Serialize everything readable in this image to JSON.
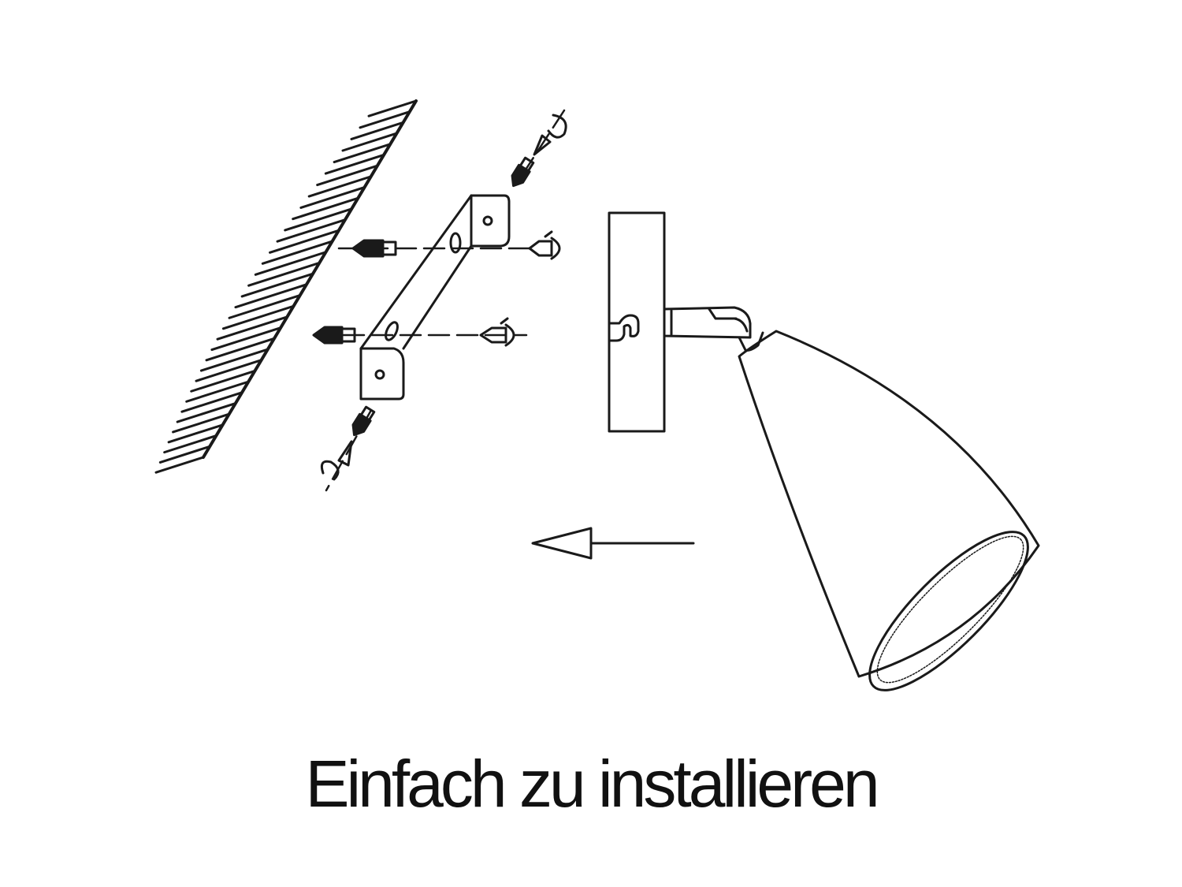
{
  "caption": "Einfach zu installieren",
  "colors": {
    "line": "#1a1a1a",
    "background": "#ffffff"
  },
  "diagram": {
    "parts": [
      "wall",
      "mounting-bracket",
      "wall-plug",
      "screw",
      "lamp-base-plate",
      "lamp-arm",
      "lamp-shade",
      "direction-arrow"
    ]
  }
}
